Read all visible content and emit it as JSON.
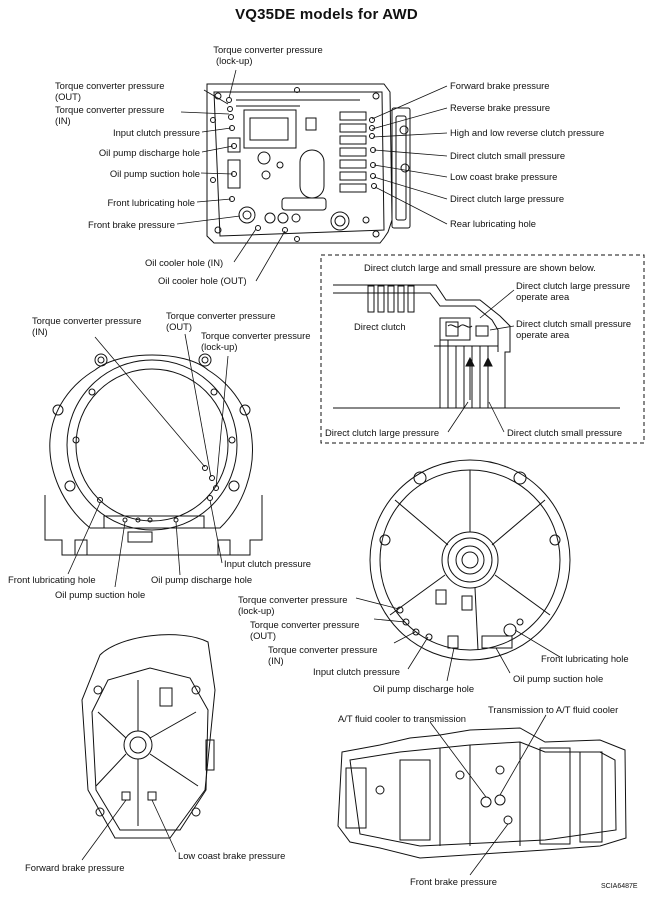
{
  "title": "VQ35DE models for AWD",
  "figure_code": "SCIA6487E",
  "top_section": {
    "tc_lockup_line1": "Torque converter pressure",
    "tc_lockup_line2": "(lock-up)",
    "tc_out_line1": "Torque converter pressure",
    "tc_out_line2": "(OUT)",
    "tc_in_line1": "Torque converter pressure",
    "tc_in_line2": "(IN)",
    "input_clutch": "Input clutch pressure",
    "oil_pump_discharge": "Oil pump discharge hole",
    "oil_pump_suction": "Oil pump suction hole",
    "front_lubricating": "Front lubricating hole",
    "front_brake": "Front brake pressure",
    "oil_cooler_in": "Oil cooler hole (IN)",
    "oil_cooler_out": "Oil cooler hole (OUT)",
    "forward_brake": "Forward brake pressure",
    "reverse_brake": "Reverse brake pressure",
    "high_low_reverse": "High and low reverse clutch pressure",
    "direct_small": "Direct clutch small pressure",
    "low_coast_brake": "Low coast brake pressure",
    "direct_large": "Direct clutch large pressure",
    "rear_lubricating": "Rear lubricating hole"
  },
  "detail_box": {
    "caption": "Direct clutch large and small pressure are shown below.",
    "direct_clutch": "Direct clutch",
    "large_area_line1": "Direct clutch large pressure",
    "large_area_line2": "operate area",
    "small_area_line1": "Direct clutch small pressure",
    "small_area_line2": "operate area",
    "large_pressure": "Direct clutch large pressure",
    "small_pressure": "Direct clutch small pressure"
  },
  "housing_left": {
    "tc_in_line1": "Torque converter pressure",
    "tc_in_line2": "(IN)",
    "tc_out_line1": "Torque converter pressure",
    "tc_out_line2": "(OUT)",
    "tc_lockup_line1": "Torque converter pressure",
    "tc_lockup_line2": "(lock-up)",
    "input_clutch": "Input clutch pressure",
    "front_lubricating": "Front lubricating hole",
    "oil_pump_discharge": "Oil pump discharge hole",
    "oil_pump_suction": "Oil pump suction hole"
  },
  "housing_right": {
    "tc_lockup_line1": "Torque converter pressure",
    "tc_lockup_line2": "(lock-up)",
    "tc_out_line1": "Torque converter pressure",
    "tc_out_line2": "(OUT)",
    "tc_in_line1": "Torque converter pressure",
    "tc_in_line2": "(IN)",
    "input_clutch": "Input clutch pressure",
    "oil_pump_discharge": "Oil pump discharge hole",
    "front_lubricating": "Front lubricating hole",
    "oil_pump_suction": "Oil pump suction hole"
  },
  "rear_case": {
    "forward_brake": "Forward brake pressure",
    "low_coast_brake": "Low coast brake pressure"
  },
  "side_view": {
    "cooler_to_trans": "A/T fluid cooler to transmission",
    "trans_to_cooler": "Transmission to A/T fluid cooler",
    "front_brake": "Front brake pressure"
  }
}
